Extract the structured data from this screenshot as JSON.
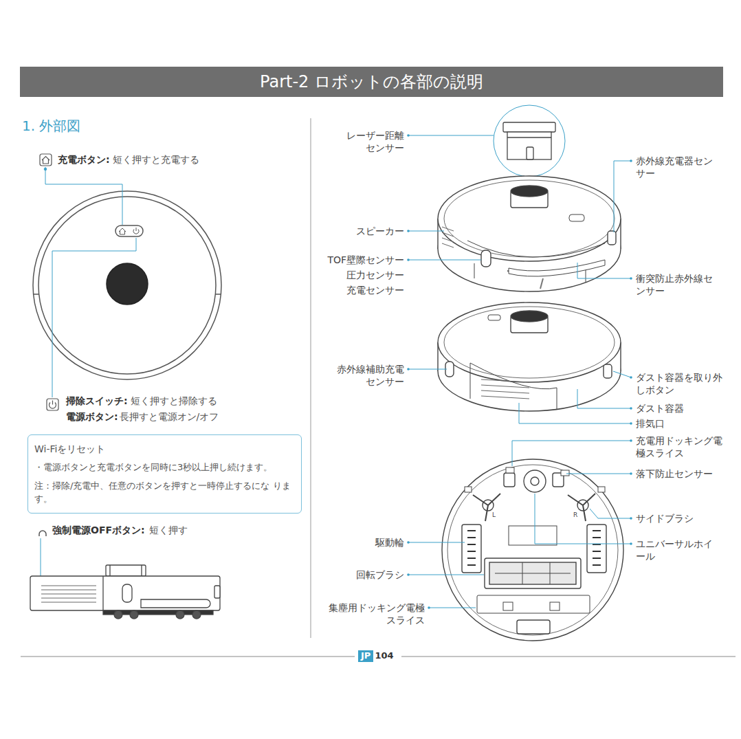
{
  "diagram": {
    "title": "Part-2 ロボットの各部の説明",
    "nodes": [
      {
        "text": [
          "Wi-Fiをリセット",
          "・電源ボタンと充電ボタンを同時に3秒以上押し続けます。",
          "注：掃除/充電中、任意のボタンを押すと一時停止するにな ります。"
        ]
      }
    ],
    "labels": [
      "1. 外部図",
      "充電ボタン:",
      "短く押すと充電する",
      "掃除スイッチ:",
      "短く押すと掃除する",
      "電源ボタン:",
      "長押すと電源オン/オフ",
      "強制電源OFFボタン:",
      "短く押す",
      "レーザー距離 センサー",
      "赤外線充電器セン サー",
      "スピーカー",
      "TOF壁際センサー",
      "圧力センサー",
      "充電センサー",
      "衝突防止赤外線セ ンサー",
      "赤外線補助充電 センサー",
      "ダスト容器を取り外 しボタン",
      "ダスト容器",
      "排気口",
      "充電用ドッキング電 極スライス",
      "落下防止センサー",
      "サイドブラシ",
      "駆動輪",
      "ユニバーサルホイ ール",
      "回転ブラシ",
      "集塵用ドッキング電極 スライス",
      "L",
      "R",
      "JP",
      "104"
    ]
  }
}
